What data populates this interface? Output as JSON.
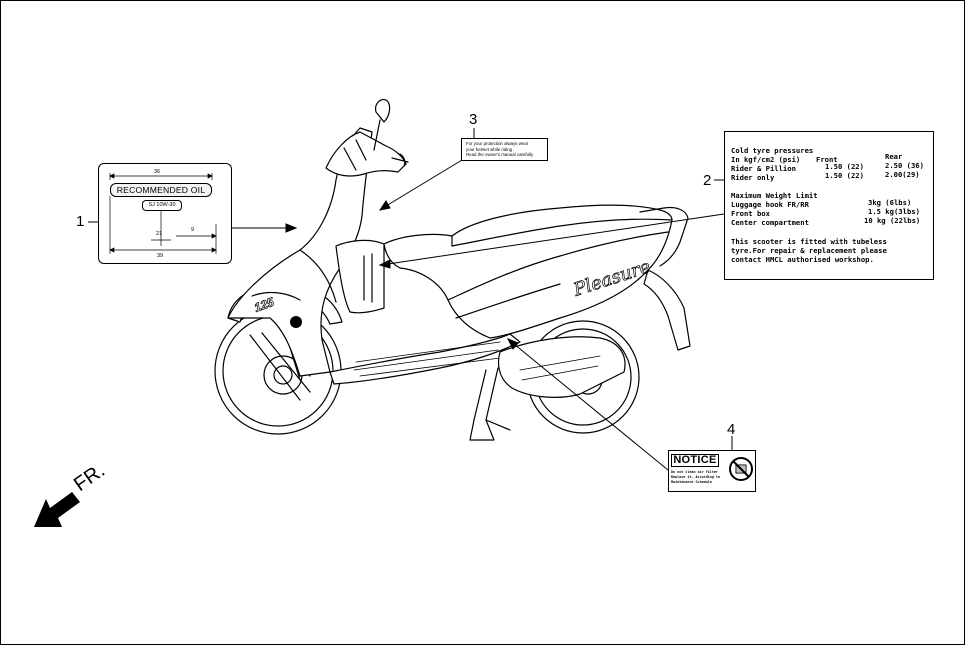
{
  "callouts": [
    "1",
    "2",
    "3",
    "4"
  ],
  "label_oil": {
    "banner": "RECOMMENDED OIL",
    "grade": "SJ 10W-30",
    "dims": {
      "width_top": "36",
      "width_bottom": "39",
      "offset_a": "21",
      "offset_b": "9"
    }
  },
  "label_helmet": {
    "lines": [
      "For your protection always wear",
      "your helmet while riding",
      "Read the owner's manual carefully"
    ]
  },
  "label_tyre": {
    "title": "Cold tyre pressures",
    "unit": "In kgf/cm2 (psi)",
    "col_front": "Front",
    "col_rear": "Rear",
    "rows": [
      {
        "label": "Rider & Pillion",
        "front": "1.50 (22)",
        "rear": "2.50 (36)"
      },
      {
        "label": "Rider only",
        "front": "1.50 (22)",
        "rear": "2.00(29)"
      }
    ],
    "weight_title": "Maximum Weight Limit",
    "weight_rows": [
      {
        "label": "Luggage hook FR/RR",
        "value": "3kg  (6lbs)"
      },
      {
        "label": "Front box",
        "value": "1.5 kg(3lbs)"
      },
      {
        "label": "Center compartment",
        "value": "10 kg (22lbs)"
      }
    ],
    "note_lines": [
      "This scooter is fitted with tubeless",
      "tyre.For repair & replacement please",
      "contact HMCL authorised workshop."
    ]
  },
  "label_notice": {
    "heading": "NOTICE",
    "lines": [
      "Do not clean air filter",
      "Replace it, According to",
      "Maintenance Schedule"
    ]
  },
  "direction": {
    "label": "FR."
  },
  "scooter": {
    "model_script": "Pleasure",
    "badge": "125"
  }
}
